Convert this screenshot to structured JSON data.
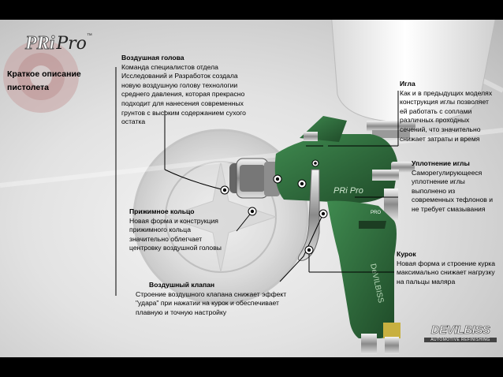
{
  "logo": {
    "pri": "PRi",
    "pro": "Pro",
    "tm": "™"
  },
  "brand": {
    "name": "DEVILBISS",
    "tagline": "AUTOMOTIVE REFINISHING"
  },
  "gun_labels": {
    "model": "PRO",
    "body_text": "DeVILBISS"
  },
  "title_lines": [
    "Краткое описание",
    "пистолета"
  ],
  "sections": {
    "air_cap": {
      "heading": "Воздушная голова",
      "lines": [
        "Команда специалистов отдела",
        "Исследований и Разработок создала",
        "новую воздушную голову технологии",
        "среднего давления, которая прекрасно",
        "подходит для нанесения современных",
        "грунтов с высоким содержанием сухого",
        "остатка"
      ]
    },
    "needle": {
      "heading": "Игла",
      "lines": [
        "Как и в предыдущих моделях",
        "конструкция иглы позволяет",
        "ей работать с соплами",
        "различных проходных",
        "сечений, что значительно",
        "снижает затраты и время"
      ]
    },
    "seals": {
      "heading": "Уплотнение иглы",
      "lines": [
        "Саморегулирующееся",
        "уплотнение иглы",
        "выполнено из",
        "современных тефлонов и",
        "не требует смазывания"
      ]
    },
    "retaining_ring": {
      "heading": "Прижимное кольцо",
      "lines": [
        "Новая форма и конструкция",
        "прижимного кольца",
        "значительно облегчает",
        "центровку воздушной головы"
      ]
    },
    "trigger": {
      "heading": "Курок",
      "lines": [
        "Новая форма и строение курка",
        "максимально снижает нагрузку",
        "на пальцы маляра"
      ]
    },
    "air_valve": {
      "heading": "Воздушный клапан",
      "lines": [
        "Строение воздушного клапана снижает эффект",
        "\"удара\" при нажатии на курок и обеспечивает",
        "плавную и точную настройку"
      ]
    }
  },
  "colors": {
    "gun_green": "#2f6a3c",
    "gun_dark": "#1f4a28",
    "background": "#d9d9d9",
    "bar": "#000000"
  }
}
